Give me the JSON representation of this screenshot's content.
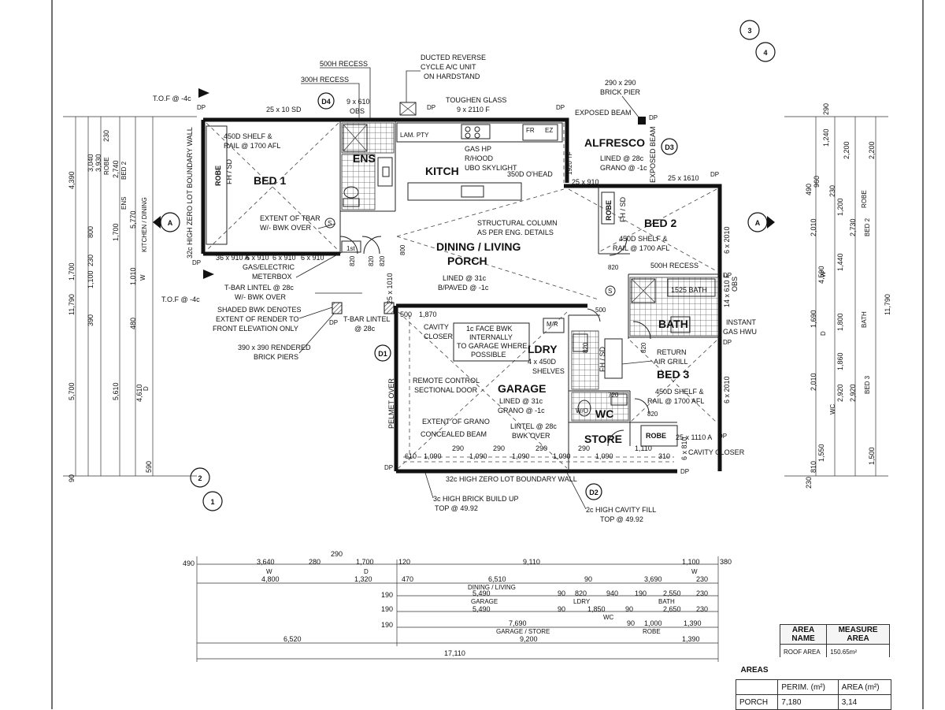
{
  "rooms": {
    "bed1": "BED 1",
    "ens": "ENS",
    "kitch": "KITCH",
    "alfresco": "ALFRESCO",
    "bed2": "BED 2",
    "dining": "DINING / LIVING",
    "porch": "PORCH",
    "bath": "BATH",
    "ldry": "LDRY",
    "bed3": "BED 3",
    "garage": "GARAGE",
    "wc": "WC",
    "store": "STORE",
    "robe": "ROBE",
    "robe_rot": "ROBE"
  },
  "notes": {
    "recess500": "500H RECESS",
    "recess300": "300H RECESS",
    "ducted1": "DUCTED REVERSE",
    "ducted2": "CYCLE A/C UNIT",
    "ducted3": "ON HARDSTAND",
    "brickpier1": "290 x 290",
    "brickpier2": "BRICK PIER",
    "tof1": "T.O.F @ -4c",
    "tof2": "T.O.F @ -4c",
    "sd": "25 x 10 SD",
    "obs1a": "9 x 610",
    "obs1b": "OBS",
    "toughen1": "TOUGHEN GLASS",
    "toughen2": "9 x 2110 F",
    "exposed1": "EXPOSED BEAM",
    "exposed2": "EXPOSED BEAM",
    "shelf1a": "450D SHELF &",
    "shelf1b": "RAIL @ 1700 AFL",
    "lampty": "LAM. PTY",
    "gashp1": "GAS HP",
    "gashp2": "R/HOOD",
    "ubo": "UBO SKYLIGHT",
    "ohead": "350D O'HEAD",
    "fr": "FR",
    "ez": "EZ",
    "lined_alf1": "LINED @ 28c",
    "lined_alf2": "GRANO @ -1c",
    "w2591": "25 x 910",
    "w251610": "25 x 1610",
    "fhsd": "FH / SD",
    "extent1": "EXTENT OF TBAR",
    "extent2": "W/- BWK OVER",
    "struct1": "STRUCTURAL COLUMN",
    "struct2": "AS PER ENG. DETAILS",
    "shelf2a": "450D SHELF &",
    "shelf2b": "RAIL @ 1700 AFL",
    "recess500b": "500H RECESS",
    "w6910a": "6 x 910",
    "w6910b": "6 x 910",
    "w6910c": "6 x 910",
    "w6910d": "6 x 910",
    "gas1": "GAS/ELECTRIC",
    "gas2": "METERBOX",
    "tbar1": "T-BAR LINTEL @ 28c",
    "tbar2": "W/- BWK OVER",
    "shaded1": "SHADED BWK DENOTES",
    "shaded2": "EXTENT OF RENDER TO",
    "shaded3": "FRONT ELEVATION ONLY",
    "tbarl1": "T-BAR LINTEL",
    "tbarl2": "@ 28c",
    "piers1": "390 x 390 RENDERED",
    "piers2": "BRICK PIERS",
    "lined_dl1": "LINED @ 31c",
    "lined_dl2": "B/PAVED @ -1c",
    "bath1525": "1525 BATH",
    "obs14a": "14 x 610 F",
    "obs14b": "OBS",
    "instant1": "INSTANT",
    "instant2": "GAS HWU",
    "cavity1": "CAVITY",
    "cavity2": "CLOSER",
    "face1": "1c FACE BWK",
    "face2": "INTERNALLY",
    "face3": "TO GARAGE WHERE",
    "face4": "POSSIBLE",
    "shelves1": "4 x 450D",
    "shelves2": "SHELVES",
    "return1": "RETURN",
    "return2": "AIR GRILL",
    "remote1": "REMOTE CONTROL",
    "remote2": "SECTIONAL DOOR",
    "lined_g1": "LINED @ 31c",
    "lined_g2": "GRANO @ -1c",
    "shelf3a": "450D SHELF &",
    "shelf3b": "RAIL @ 1700 AFL",
    "grano": "EXTENT OF GRANO",
    "beam": "CONCEALED BEAM",
    "lintel1": "LINTEL @ 28c",
    "lintel2": "BWK OVER",
    "w251110": "25 x 1110 A",
    "cavityc": "CAVITY CLOSER",
    "zerolot1": "32c HIGH ZERO LOT BOUNDARY WALL",
    "zerolot2": "32c HIGH ZERO LOT BOUNDARY WALL",
    "pelmet": "PELMET OVER",
    "brick1": "3c HIGH BRICK BUILD UP",
    "brick2": "TOP @ 49.92",
    "cavfill1": "2c HIGH CAVITY FILL",
    "cavfill2": "TOP @ 49.92",
    "w36910": "36 x 910 A",
    "w6x1010": "25 x 1010",
    "w6x2010a": "6 x 2010",
    "w6x2010b": "6 x 2010",
    "w6x810": "6 x 810",
    "vobs": "6 x 810",
    "ist": "1st",
    "dp": "DP",
    "mr": "M/R",
    "s": "S",
    "wo": "W/O",
    "fh": "FH / SD",
    "tf": "1920 TF"
  },
  "doors": [
    "820",
    "820",
    "820",
    "820",
    "820",
    "820",
    "820",
    "800",
    "820",
    "720",
    "500",
    "1920"
  ],
  "bubbles": {
    "a": "A",
    "d1": "D1",
    "d2": "D2",
    "d3": "D3",
    "d4": "D4",
    "n1": "1",
    "n2": "2",
    "n3": "3",
    "n4": "4"
  },
  "dims": {
    "inner_top": [
      "1,870",
      "500"
    ],
    "garage_row": [
      "610",
      "1,090",
      "290",
      "1,090",
      "290",
      "1,090",
      "290",
      "1,090",
      "290",
      "1,090",
      "1,110",
      "310"
    ],
    "row1": [
      "490",
      "3,640",
      "280",
      "290",
      "1,700",
      "120",
      "9,110",
      "1,100",
      "380"
    ],
    "row1_sub": [
      "W",
      "D",
      "W"
    ],
    "row2": [
      "4,800",
      "1,320",
      "470",
      "6,510",
      "90",
      "3,690",
      "230"
    ],
    "row2_lbl": "DINING / LIVING",
    "row3": [
      "190",
      "5,490",
      "90",
      "820",
      "940",
      "190",
      "2,550",
      "230"
    ],
    "row3_lbl": [
      "GARAGE",
      "LDRY",
      "BATH"
    ],
    "row4": [
      "190",
      "5,490",
      "90",
      "1,850",
      "90",
      "2,650",
      "230"
    ],
    "row4_lbl": "WC",
    "row5": [
      "190",
      "7,690",
      "90",
      "1,000",
      "1,390"
    ],
    "row5_lbl": [
      "GARAGE / STORE",
      "ROBE"
    ],
    "row6": [
      "6,520",
      "9,200",
      "1,390"
    ],
    "total": "17,110",
    "left_outer": [
      "11,790",
      "4,390",
      "1,700",
      "5,700",
      "90"
    ],
    "left_mid": [
      "3,040",
      "3,930",
      "800",
      "230",
      "1,100",
      "390",
      "5,610",
      "590"
    ],
    "left_inner": [
      "230",
      "2,740",
      "1,700",
      "5,770",
      "1,010",
      "480",
      "4,610"
    ],
    "left_lbl": [
      "ROBE",
      "BED 2",
      "ENS",
      "KITCHEN / DINING",
      "W",
      "D"
    ],
    "right_outer": [
      "11,790",
      "290",
      "1,240",
      "2,200",
      "2,200"
    ],
    "right_mid": [
      "490",
      "960",
      "230",
      "2,010",
      "4,590",
      "1,690",
      "2,010",
      "810",
      "230"
    ],
    "right_inner": [
      "1,200",
      "2,730",
      "1,440",
      "1,800",
      "1,860",
      "2,920",
      "2,920",
      "1,550",
      "1,500"
    ],
    "right_lbl": [
      "ROBE",
      "BED 2",
      "BATH",
      "BED 3",
      "W",
      "D",
      "WC"
    ]
  },
  "area_table": {
    "headers": [
      "AREA NAME",
      "MEASURE AREA"
    ],
    "rows": [
      [
        "ROOF AREA",
        "150.65m²"
      ]
    ]
  },
  "areas_table": {
    "title": "AREAS",
    "headers": [
      "",
      "PERIM. (m²)",
      "AREA (m²)"
    ],
    "rows": [
      [
        "PORCH",
        "7,180",
        "3,14"
      ]
    ]
  }
}
